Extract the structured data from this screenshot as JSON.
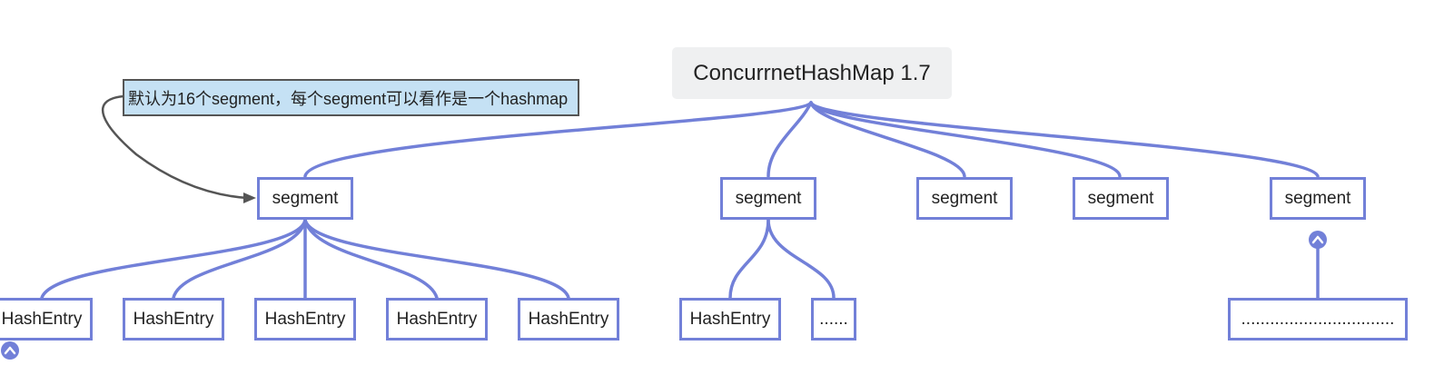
{
  "diagram": {
    "root": {
      "label": "ConcurrnetHashMap 1.7"
    },
    "callout": {
      "text": "默认为16个segment，每个segment可以看作是一个hashmap"
    },
    "segments": [
      {
        "label": "segment"
      },
      {
        "label": "segment"
      },
      {
        "label": "segment"
      },
      {
        "label": "segment"
      },
      {
        "label": "segment"
      }
    ],
    "entries_a": [
      {
        "label": "HashEntry"
      },
      {
        "label": "HashEntry"
      },
      {
        "label": "HashEntry"
      },
      {
        "label": "HashEntry"
      },
      {
        "label": "HashEntry"
      }
    ],
    "entries_b": [
      {
        "label": "HashEntry"
      },
      {
        "label": "......"
      }
    ],
    "entries_c": [
      {
        "label": "................................"
      }
    ],
    "colors": {
      "line": "#7280d8",
      "root_bg": "#eff0f1",
      "callout_bg": "#c5e1f4",
      "callout_border": "#555555",
      "arrow": "#555555"
    },
    "icons": {
      "collapse": "collapse-toggle-icon"
    }
  }
}
